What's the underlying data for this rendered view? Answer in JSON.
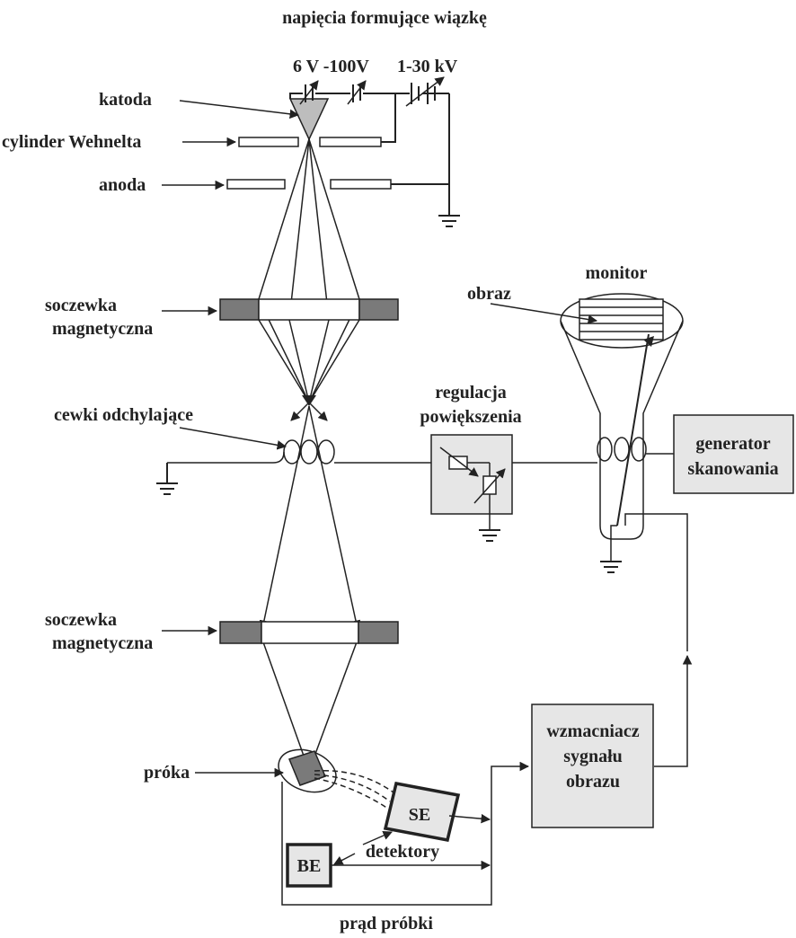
{
  "labels": {
    "title": "napięcia formujące wiązkę",
    "voltage_low": "6 V -100V",
    "voltage_high": "1-30 kV",
    "cathode": "katoda",
    "wehnelt": "cylinder Wehnelta",
    "anode": "anoda",
    "lens1_line1": "soczewka",
    "lens1_line2": "magnetyczna",
    "deflection_coils": "cewki odchylające",
    "magnification_line1": "regulacja",
    "magnification_line2": "powiększenia",
    "monitor": "monitor",
    "image": "obraz",
    "generator_line1": "generator",
    "generator_line2": "skanowania",
    "lens2_line1": "soczewka",
    "lens2_line2": "magnetyczna",
    "amplifier_line1": "wzmacniacz",
    "amplifier_line2": "sygnału",
    "amplifier_line3": "obrazu",
    "sample": "próka",
    "se_detector": "SE",
    "be_detector": "BE",
    "detectors": "detektory",
    "sample_current": "prąd próbki"
  },
  "colors": {
    "line": "#222222",
    "box_fill": "#e6e6e6",
    "lens_dark": "#7a7a7a"
  }
}
